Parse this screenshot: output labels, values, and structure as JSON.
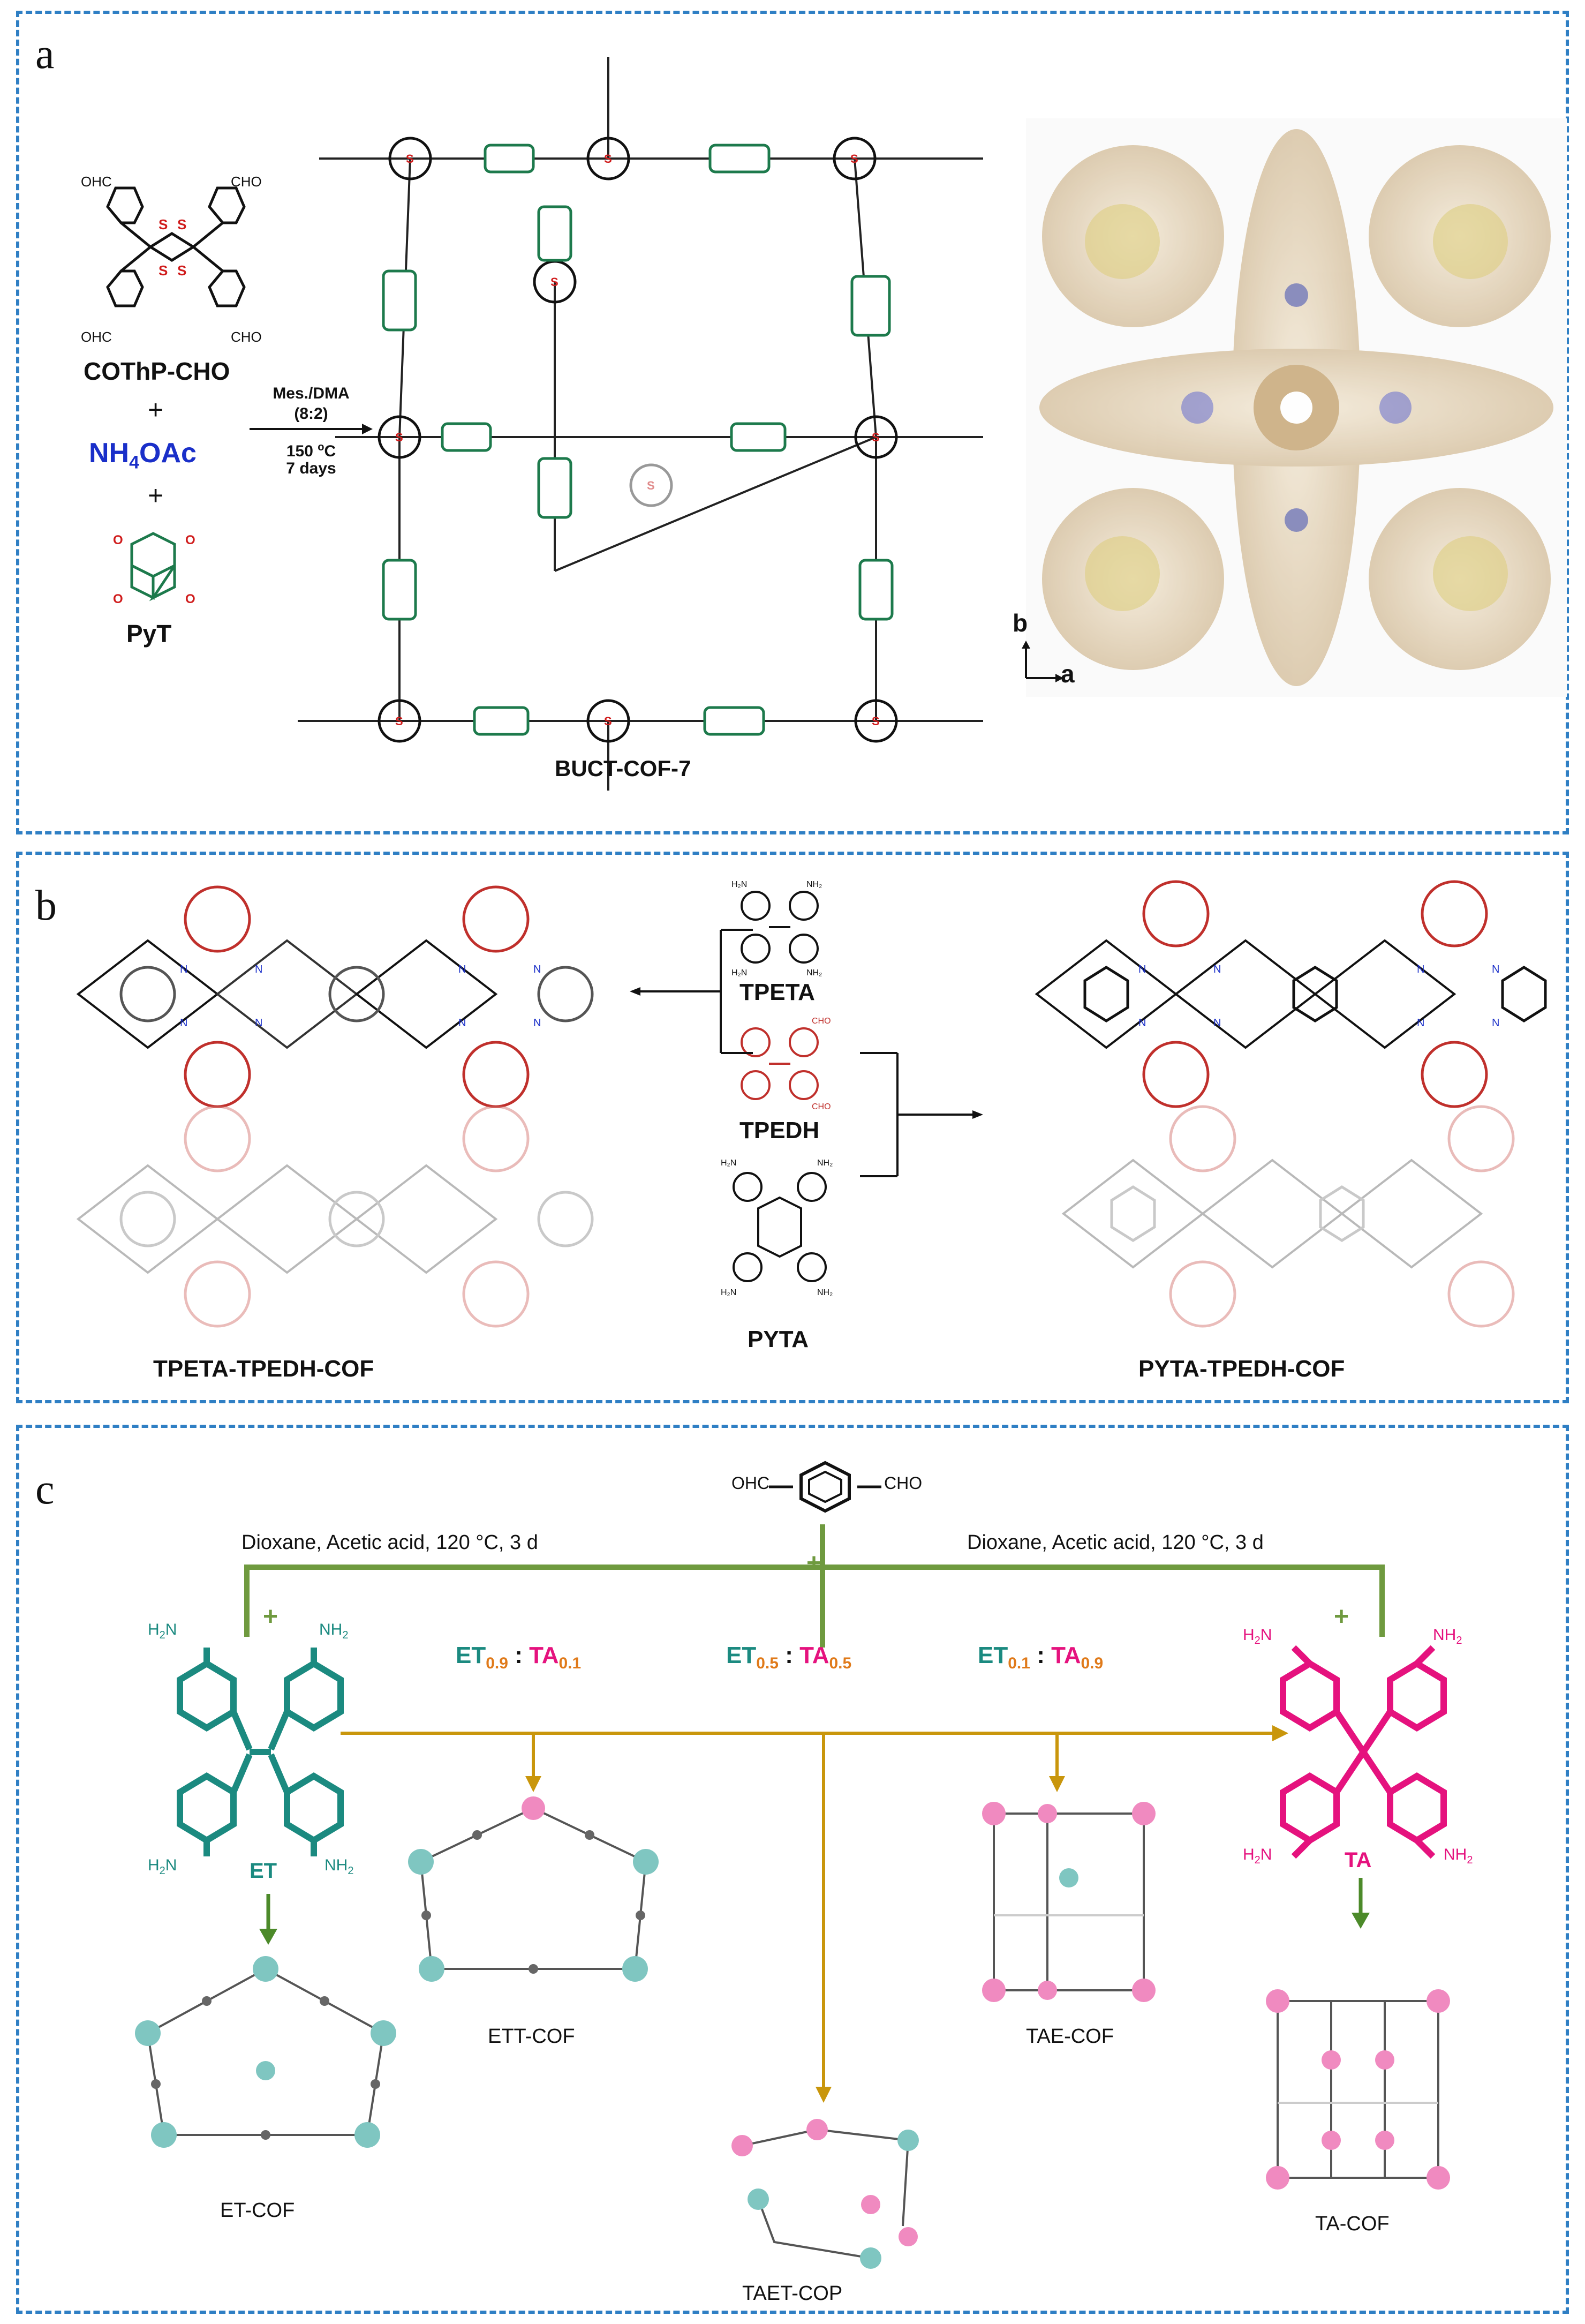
{
  "panel_a": {
    "label": "a",
    "monomer1": "COThP-CHO",
    "plus1": "+",
    "monomer2_main": "NH",
    "monomer2_sub": "4",
    "monomer2_tail": "OAc",
    "plus2": "+",
    "monomer3": "PyT",
    "cond_solvent": "Mes./DMA",
    "cond_ratio": "(8:2)",
    "cond_temp_a": "150 ",
    "cond_temp_sup": "o",
    "cond_temp_b": "C",
    "cond_time": "7 days",
    "product": "BUCT-COF-7",
    "axis_b": "b",
    "axis_a": "a",
    "atom_S": "S",
    "atom_N": "N",
    "atom_H": "H",
    "cho": "CHO",
    "ohc": "OHC"
  },
  "panel_b": {
    "label": "b",
    "monomer_tpeta": "TPETA",
    "monomer_tpedh": "TPEDH",
    "monomer_pyta": "PYTA",
    "product_left": "TPETA-TPEDH-COF",
    "product_right": "PYTA-TPEDH-COF",
    "nh2": "NH",
    "nh2_sub": "2",
    "h2n": "H",
    "cho": "CHO",
    "atom_N": "N"
  },
  "panel_c": {
    "label": "c",
    "linker_ohc": "OHC",
    "linker_cho": "CHO",
    "cond_left": "Dioxane, Acetic acid,  120 °C, 3 d",
    "cond_right": "Dioxane, Acetic acid, 120 °C, 3 d",
    "plus": "+",
    "monomer_et": "ET",
    "monomer_ta": "TA",
    "nh2": "NH",
    "nh2_sub": "2",
    "h2n_pre": "H",
    "h2n_sub": "2",
    "h2n_post": "N",
    "ratio1_et_sub": "0.9",
    "ratio1_ta_sub": "0.1",
    "ratio2_et_sub": "0.5",
    "ratio2_ta_sub": "0.5",
    "ratio3_et_sub": "0.1",
    "ratio3_ta_sub": "0.9",
    "ratio_sep": ":",
    "ratio_et": "ET",
    "ratio_ta": "TA",
    "prod_et": "ET-COF",
    "prod_ett": "ETT-COF",
    "prod_taet": "TAET-COP",
    "prod_tae": "TAE-COF",
    "prod_ta": "TA-COF",
    "colors": {
      "teal": "#1b8a80",
      "pink": "#e5127e",
      "arrow": "#c9960c",
      "green": "#6f9a3f",
      "sub": "#e07a1a"
    }
  }
}
